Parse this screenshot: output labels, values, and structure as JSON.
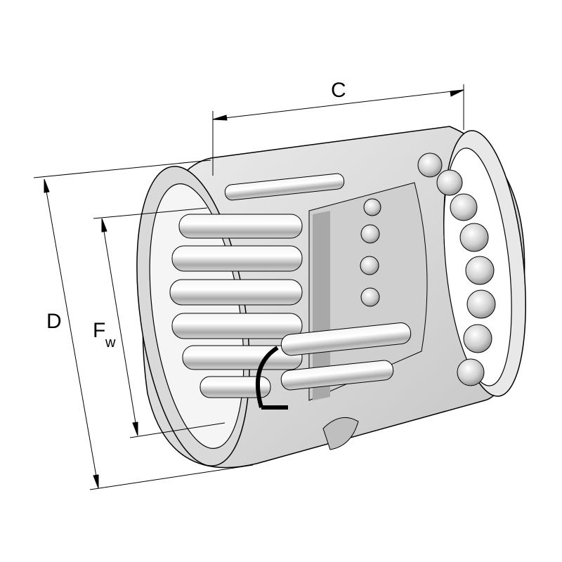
{
  "drawing": {
    "labels": {
      "width": "C",
      "outer_diameter": "D",
      "roller_set_bore_main": "F",
      "roller_set_bore_sub": "w"
    },
    "colors": {
      "line": "#000000",
      "metal_light": "#e6e6e6",
      "metal_mid": "#bdbdbd",
      "metal_dark": "#8a8a8a"
    }
  }
}
